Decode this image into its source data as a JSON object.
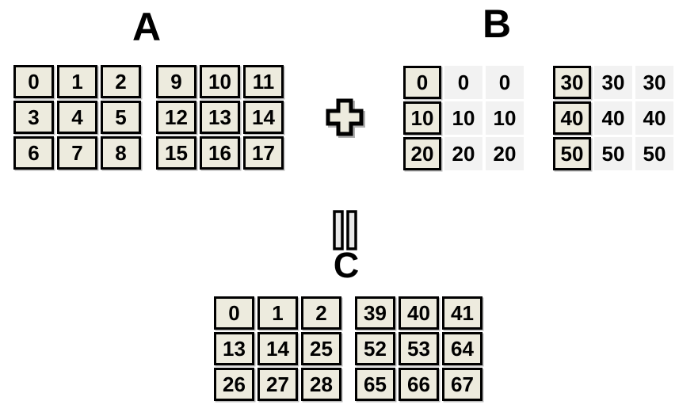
{
  "figure": {
    "background": "#ffffff",
    "cell_fill": "#edebde",
    "cell_border": "#000000",
    "broadcast_cell_fill": "#f2f2f2",
    "operator_between_a_b": "+",
    "operator_between_b_c": "="
  },
  "tensor_a": {
    "label": "A",
    "grids": [
      [
        [
          "0",
          "1",
          "2"
        ],
        [
          "3",
          "4",
          "5"
        ],
        [
          "6",
          "7",
          "8"
        ]
      ],
      [
        [
          "9",
          "10",
          "11"
        ],
        [
          "12",
          "13",
          "14"
        ],
        [
          "15",
          "16",
          "17"
        ]
      ]
    ]
  },
  "tensor_b": {
    "label": "B",
    "grids": [
      [
        [
          "0",
          "0",
          "0"
        ],
        [
          "10",
          "10",
          "10"
        ],
        [
          "20",
          "20",
          "20"
        ]
      ],
      [
        [
          "30",
          "30",
          "30"
        ],
        [
          "40",
          "40",
          "40"
        ],
        [
          "50",
          "50",
          "50"
        ]
      ]
    ]
  },
  "tensor_c": {
    "label": "C",
    "grids": [
      [
        [
          "0",
          "1",
          "2"
        ],
        [
          "13",
          "14",
          "25"
        ],
        [
          "26",
          "27",
          "28"
        ]
      ],
      [
        [
          "39",
          "40",
          "41"
        ],
        [
          "52",
          "53",
          "64"
        ],
        [
          "65",
          "66",
          "67"
        ]
      ]
    ]
  }
}
